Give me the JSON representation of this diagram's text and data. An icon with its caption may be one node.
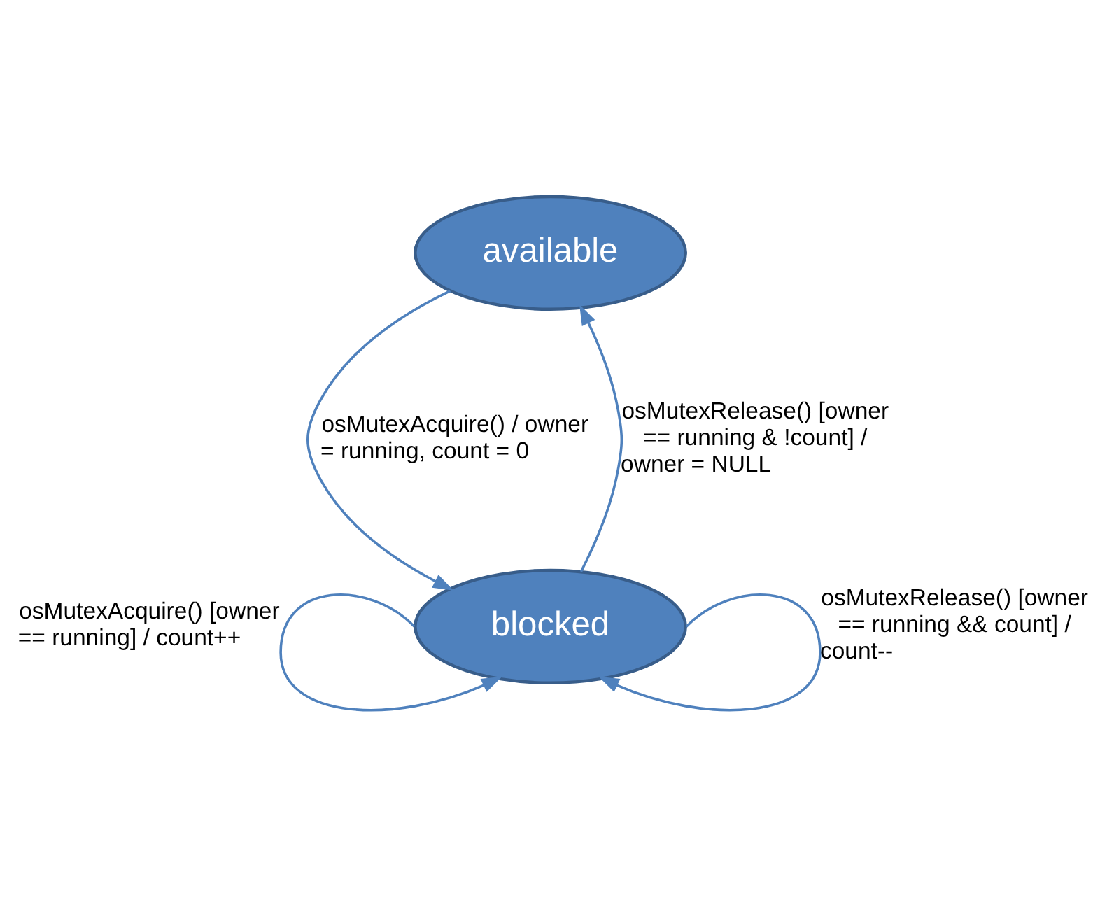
{
  "diagram": {
    "nodes": [
      {
        "text": [
          "available"
        ]
      },
      {
        "text": [
          "blocked"
        ]
      }
    ],
    "edges": [
      {
        "from": 0,
        "to": 1,
        "arrow": "to",
        "label": "osMutexAcquire() / owner = running, count = 0"
      },
      {
        "from": 1,
        "to": 0,
        "arrow": "to",
        "label": "osMutexRelease() [owner == running & !count] / owner = NULL"
      },
      {
        "from": 1,
        "to": 1,
        "arrow": "to",
        "label": "osMutexAcquire() [owner == running] / count++"
      },
      {
        "from": 1,
        "to": 1,
        "arrow": "to",
        "label": "osMutexRelease() [owner == running && count] / count--"
      }
    ]
  }
}
